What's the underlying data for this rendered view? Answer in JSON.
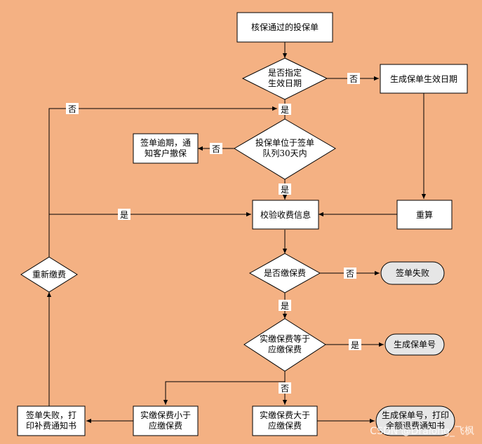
{
  "flowchart": {
    "nodes": {
      "start": "核保通过的投保单",
      "q_effective_date": [
        "是否指定",
        "生效日期"
      ],
      "gen_effective_date": "生成保单生效日期",
      "q_in_queue": [
        "投保单位于签单",
        "队列30天内"
      ],
      "overdue_notice": [
        "签单逾期，通",
        "知客户撤保"
      ],
      "verify_payment": "校验收费信息",
      "recalc": "重算",
      "q_paid": "是否缴保费",
      "sign_fail": "签单失败",
      "q_equal": [
        "实缴保费等于",
        "应缴保费"
      ],
      "gen_policy_no": "生成保单号",
      "less_than": [
        "实缴保费小于",
        "应缴保费"
      ],
      "greater_than": [
        "实缴保费大于",
        "应缴保费"
      ],
      "fail_supplement": [
        "签单失败，打",
        "印补费通知书"
      ],
      "gen_policy_refund": [
        "生成保单号，打印",
        "余额退费通知书"
      ],
      "q_repay": "重新缴费"
    },
    "edge_labels": {
      "effective_no": "否",
      "effective_yes": "是",
      "repay_no": "否",
      "queue_no": "否",
      "queue_yes": "是",
      "repay_yes": "是",
      "paid_no": "否",
      "paid_yes": "是",
      "equal_yes": "是",
      "equal_no": "否"
    }
  },
  "watermark": "CSDN @Dralong_飞枫"
}
